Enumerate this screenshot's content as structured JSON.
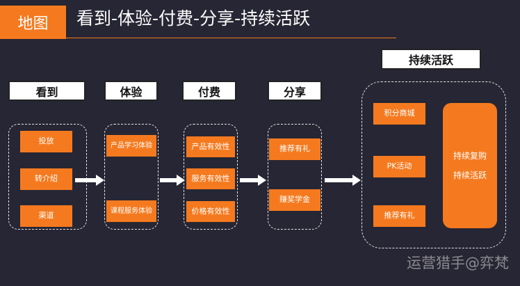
{
  "header": {
    "tag": "地图",
    "title": "看到-体验-付费-分享-持续活跃"
  },
  "stages": {
    "see": {
      "label": "看到",
      "items": [
        "投放",
        "转介绍",
        "渠道"
      ]
    },
    "experience": {
      "label": "体验",
      "items": [
        "产品学习体验",
        "课程服务体验"
      ]
    },
    "pay": {
      "label": "付费",
      "items": [
        "产品有效性",
        "服务有效性",
        "价格有效性"
      ]
    },
    "share": {
      "label": "分享",
      "items": [
        "推荐有礼",
        "赚奖学金"
      ]
    },
    "active": {
      "label": "持续活跃",
      "items": [
        "积分商城",
        "PK活动",
        "推荐有礼"
      ],
      "summary": [
        "持续复购",
        "持续活跃"
      ]
    }
  },
  "watermark": "运营猎手@弈梵",
  "colors": {
    "accent": "#f57a1f",
    "background": "#272634"
  }
}
